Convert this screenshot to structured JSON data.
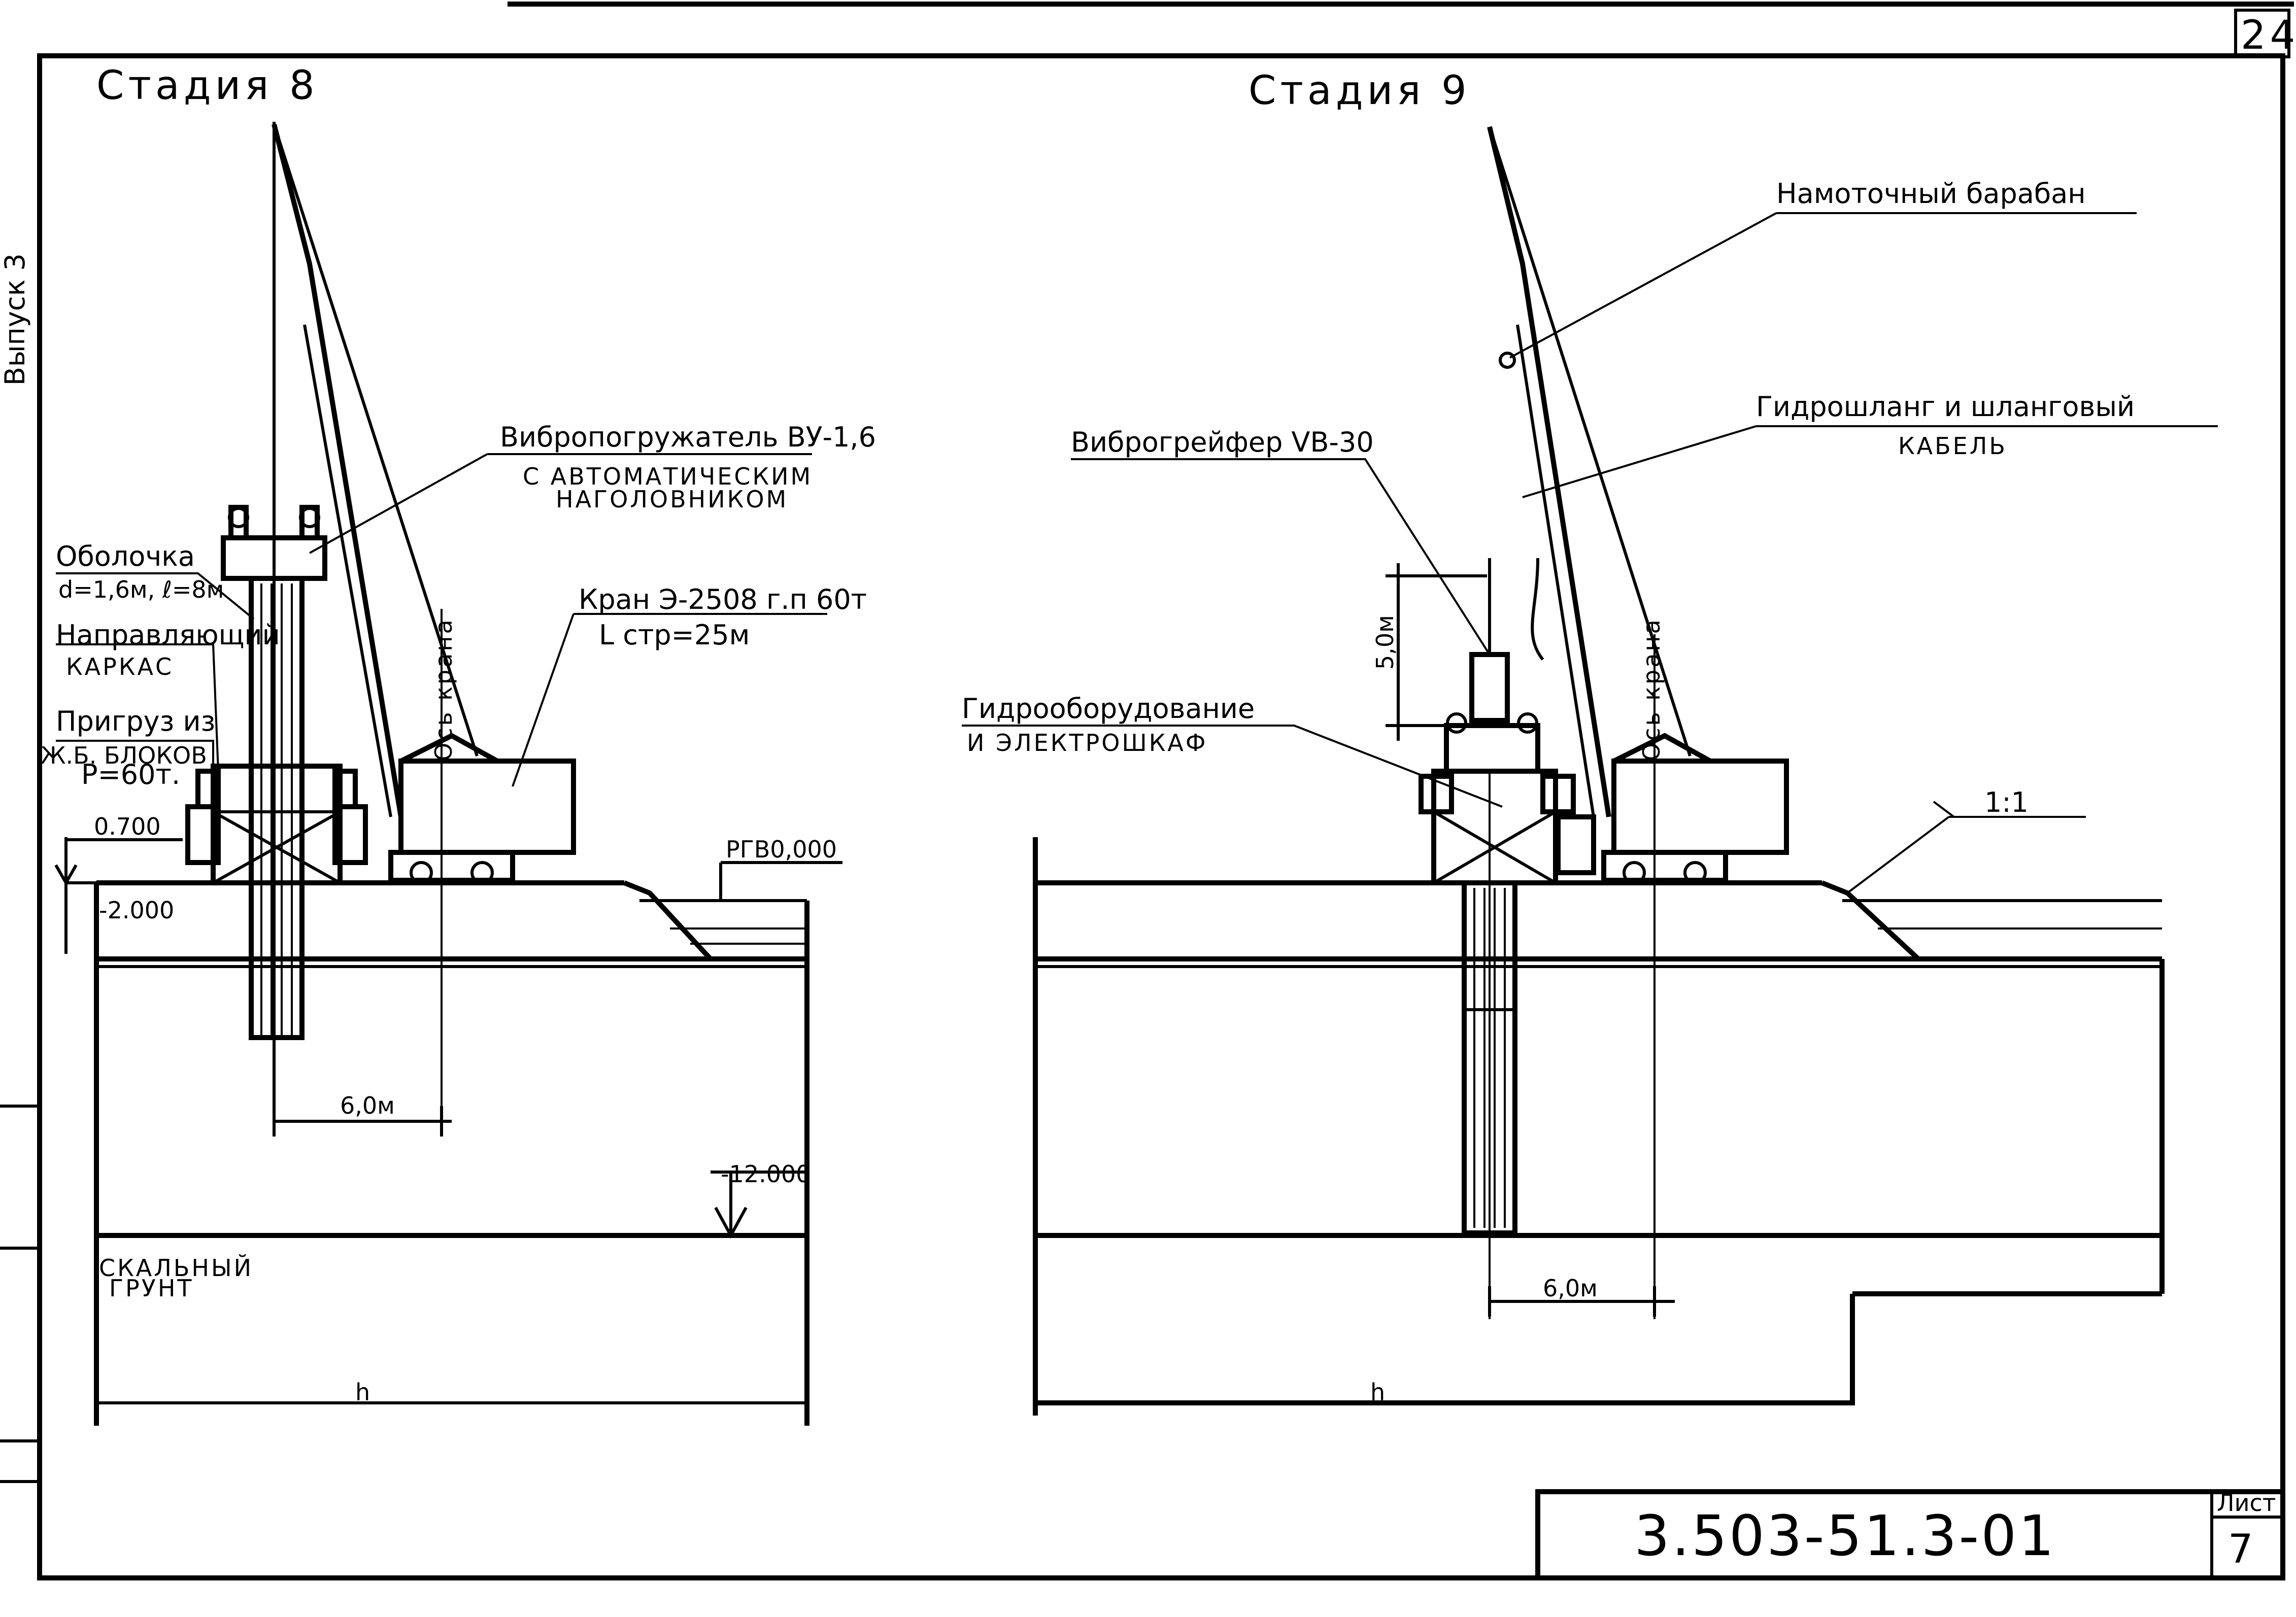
{
  "sheet": {
    "page_number": "24",
    "side_label": "Выпуск 3",
    "stamp_code": "3.503-51.3-01",
    "list_label": "Лист",
    "list_number": "7"
  },
  "stage8": {
    "title": "Стадия 8",
    "vibro_driver": "Вибропогружатель ВУ-1,6",
    "vibro_driver_note1": "С АВТОМАТИЧЕСКИМ",
    "vibro_driver_note2": "НАГОЛОВНИКОМ",
    "shell": "Оболочка",
    "shell_dims": "d=1,6м, ℓ=8м",
    "guide": "Направляющий",
    "guide2": "КАРКАС",
    "weight": "Пригруз из",
    "weight2": "Ж.Б. БЛОКОВ",
    "weight3": "P=60т.",
    "crane": "Кран Э-2508 г.п 60т",
    "crane_boom": "L стр=25м",
    "crane_axis": "Ось крана",
    "level_top": "0.700",
    "level_water": "РГВ0,000",
    "level_mid": "-2.000",
    "level_bottom": "-12.000",
    "rock": "СКАЛЬНЫЙ",
    "rock2": "ГРУНТ",
    "dim_span": "6,0м",
    "dim_h": "h"
  },
  "stage9": {
    "title": "Стадия 9",
    "drum": "Намоточный барабан",
    "hose": "Гидрошланг и шланговый",
    "hose2": "КАБЕЛЬ",
    "grab": "Виброгрейфер VВ-30",
    "hydro": "Гидрооборудование",
    "hydro2": "И ЭЛЕКТРОШКАФ",
    "crane_axis": "Ось крана",
    "dim_vertical": "5,0м",
    "dim_span": "6,0м",
    "slope": "1:1",
    "dim_h": "h"
  }
}
